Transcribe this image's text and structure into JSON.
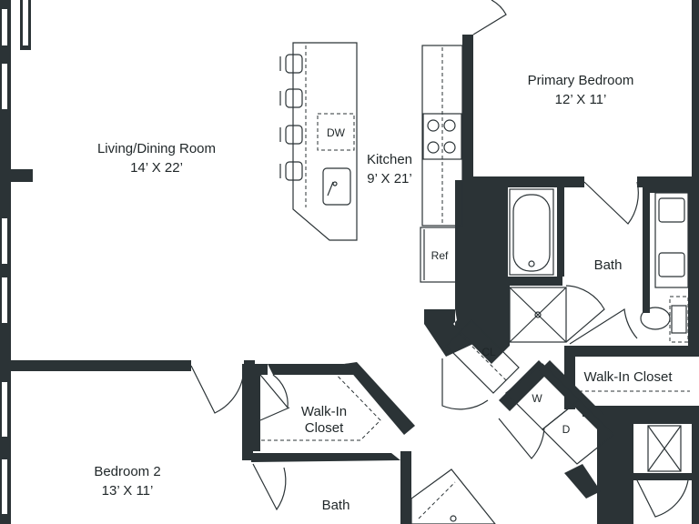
{
  "rooms": {
    "living": {
      "name": "Living/Dining Room",
      "size": "14’ X 22’"
    },
    "kitchen": {
      "name": "Kitchen",
      "size": "9’ X 21’"
    },
    "primary": {
      "name": "Primary Bedroom",
      "size": "12’ X 11’"
    },
    "bath_primary": {
      "name": "Bath"
    },
    "walkin_primary": {
      "name": "Walk-In Closet"
    },
    "bedroom2": {
      "name": "Bedroom 2",
      "size": "13’ X 11’"
    },
    "walkin2": {
      "line1": "Walk-In",
      "line2": "Closet"
    },
    "bath2": {
      "name": "Bath"
    }
  },
  "fixtures": {
    "dishwasher": "DW",
    "refrigerator": "Ref",
    "closet": "CL",
    "washer": "W",
    "dryer": "D"
  },
  "colors": {
    "wall": "#2b3336",
    "background": "#ffffff"
  }
}
